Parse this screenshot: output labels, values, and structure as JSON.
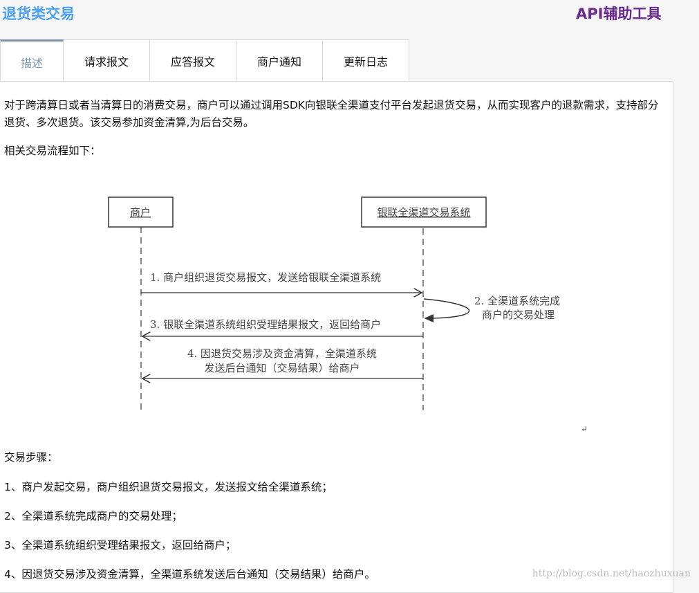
{
  "header": {
    "title": "退货类交易",
    "tool_link": "API辅助工具"
  },
  "tabs": [
    {
      "label": "描述"
    },
    {
      "label": "请求报文"
    },
    {
      "label": "应答报文"
    },
    {
      "label": "商户通知"
    },
    {
      "label": "更新日志"
    }
  ],
  "content": {
    "intro": "对于跨清算日或者当清算日的消费交易，商户可以通过调用SDK向银联全渠道支付平台发起退货交易，从而实现客户的退款需求，支持部分退货、多次退货。该交易参加资金清算,为后台交易。",
    "flow_heading": "相关交易流程如下：",
    "diagram": {
      "actor_left": "商户",
      "actor_right": "银联全渠道交易系统",
      "msg1": "1. 商户组织退货交易报文，发送给银联全渠道系统",
      "msg2_line1": "2. 全渠道系统完成",
      "msg2_line2": "商户的交易处理",
      "msg3": "3. 银联全渠道系统组织受理结果报文，返回给商户",
      "msg4_line1": "4. 因退货交易涉及资金清算，全渠道系统",
      "msg4_line2": "发送后台通知（交易结果）给商户",
      "return_mark": "↵"
    },
    "steps_heading": "交易步骤：",
    "steps": [
      "1、商户发起交易，商户组织退货交易报文，发送报文给全渠道系统；",
      "2、全渠道系统完成商户的交易处理；",
      "3、全渠道系统组织受理结果报文，返回给商户；",
      "4、因退货交易涉及资金清算，全渠道系统发送后台通知（交易结果）给商户。"
    ]
  },
  "watermark": "http://blog.csdn.net/haozhuxuan"
}
